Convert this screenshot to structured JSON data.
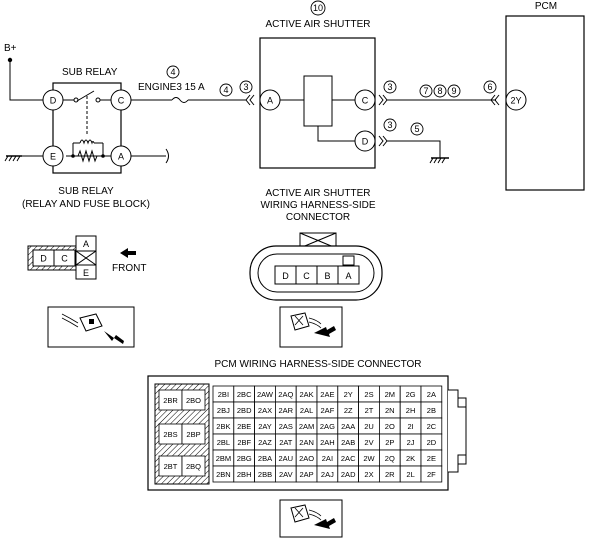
{
  "power": {
    "label": "B+"
  },
  "sub_relay": {
    "title": "SUB RELAY",
    "caption_line1": "SUB RELAY",
    "caption_line2": "(RELAY AND FUSE BLOCK)",
    "terminals": {
      "d": "D",
      "c": "C",
      "e": "E",
      "a": "A"
    }
  },
  "fuse": {
    "circle": "4",
    "label": "ENGINE3 15 A"
  },
  "wire_refs": {
    "w4": "4",
    "w3_left": "3",
    "w3_right": "3",
    "w3_lower": "3",
    "w5": "5",
    "w7": "7",
    "w8": "8",
    "w9": "9",
    "w6": "6"
  },
  "shutter": {
    "circle": "10",
    "title": "ACTIVE AIR SHUTTER",
    "terminals": {
      "a": "A",
      "c": "C",
      "d": "D"
    },
    "connector_title_line1": "ACTIVE AIR SHUTTER",
    "connector_title_line2": "WIRING HARNESS-SIDE",
    "connector_title_line3": "CONNECTOR",
    "connector_pins": [
      "D",
      "C",
      "B",
      "A"
    ]
  },
  "pcm": {
    "title": "PCM",
    "terminal": "2Y"
  },
  "relay_connector": {
    "pins_left": [
      "D",
      "C"
    ],
    "pins_right": [
      "A",
      "E"
    ],
    "front_label": "FRONT"
  },
  "pcm_connector": {
    "title": "PCM WIRING HARNESS-SIDE CONNECTOR",
    "side_pins": [
      [
        "2BR",
        "2BO"
      ],
      [
        "2BS",
        "2BP"
      ],
      [
        "2BT",
        "2BQ"
      ]
    ],
    "grid": [
      [
        "2BI",
        "2BC",
        "2AW",
        "2AQ",
        "2AK",
        "2AE",
        "2Y",
        "2S",
        "2M",
        "2G",
        "2A"
      ],
      [
        "2BJ",
        "2BD",
        "2AX",
        "2AR",
        "2AL",
        "2AF",
        "2Z",
        "2T",
        "2N",
        "2H",
        "2B"
      ],
      [
        "2BK",
        "2BE",
        "2AY",
        "2AS",
        "2AM",
        "2AG",
        "2AA",
        "2U",
        "2O",
        "2I",
        "2C"
      ],
      [
        "2BL",
        "2BF",
        "2AZ",
        "2AT",
        "2AN",
        "2AH",
        "2AB",
        "2V",
        "2P",
        "2J",
        "2D"
      ],
      [
        "2BM",
        "2BG",
        "2BA",
        "2AU",
        "2AO",
        "2AI",
        "2AC",
        "2W",
        "2Q",
        "2K",
        "2E"
      ],
      [
        "2BN",
        "2BH",
        "2BB",
        "2AV",
        "2AP",
        "2AJ",
        "2AD",
        "2X",
        "2R",
        "2L",
        "2F"
      ]
    ]
  }
}
